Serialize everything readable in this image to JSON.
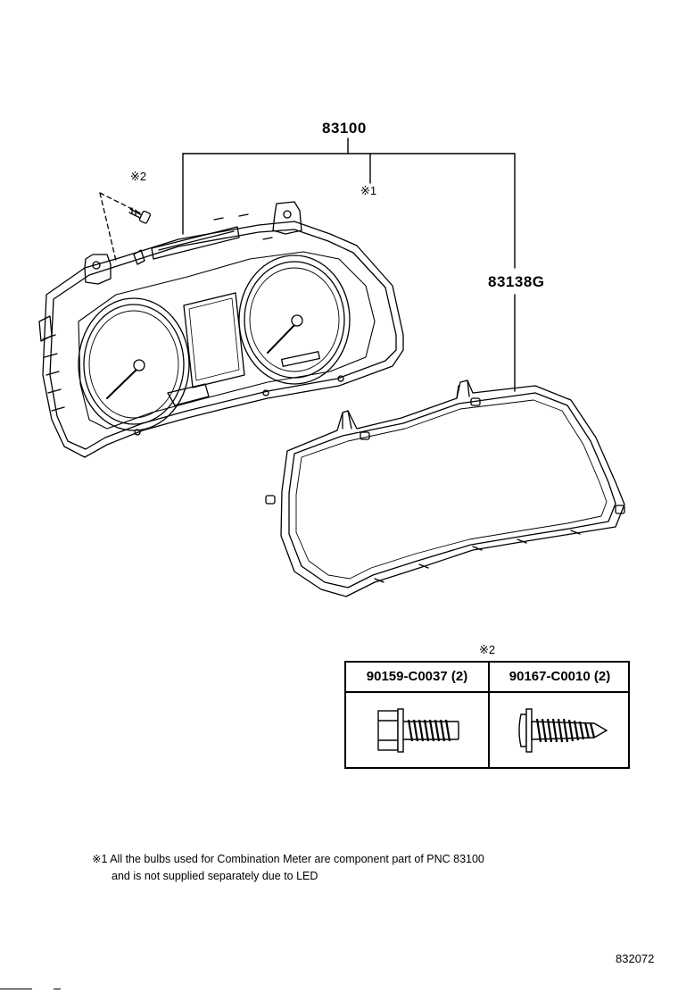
{
  "labels": {
    "main_part": "83100",
    "cover_part": "83138G",
    "mark1": "※1",
    "mark2": "※2",
    "table_mark": "※2"
  },
  "parts_table": {
    "columns": [
      {
        "part_no": "90159-C0037",
        "qty": "(2)",
        "icon": "hex-bolt-icon"
      },
      {
        "part_no": "90167-C0010",
        "qty": "(2)",
        "icon": "tapping-screw-icon"
      }
    ]
  },
  "footnote": {
    "line1": "※1 All the bulbs used for Combination Meter are component part of PNC 83100",
    "line2": "and is not supplied separately due to LED"
  },
  "figure_id": "832072"
}
